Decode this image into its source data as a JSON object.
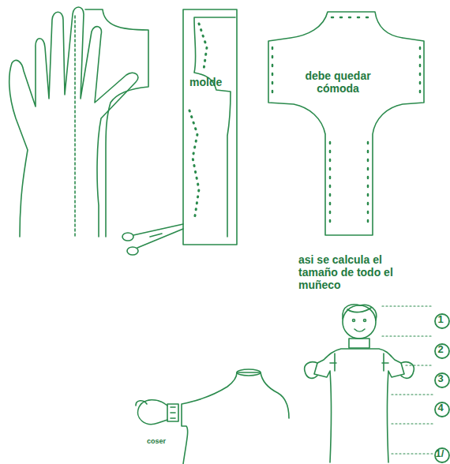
{
  "diagram": {
    "labels": [
      "molde",
      "debe quedar cómoda",
      "asi se calcula el tamaño de todo el muñeco",
      "1",
      "2",
      "3",
      "4",
      "1/",
      "coser"
    ]
  }
}
